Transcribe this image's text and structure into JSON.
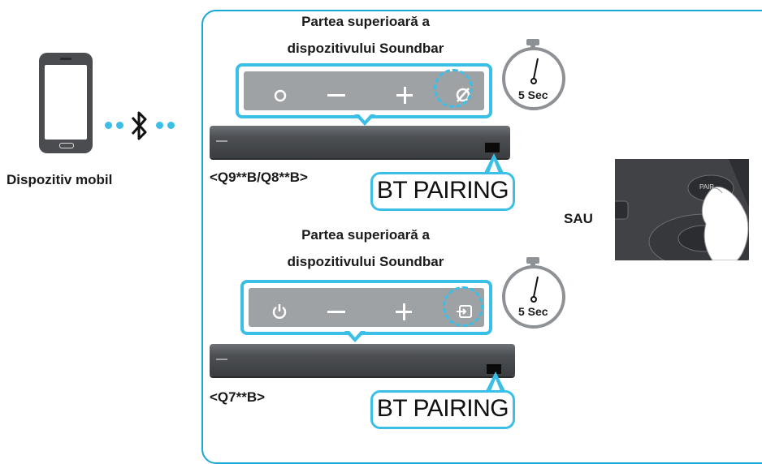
{
  "diagram": {
    "mobile_label": "Dispozitiv mobil",
    "top_section": {
      "title_line1": "Partea superioară a",
      "title_line2": "dispozitivului Soundbar",
      "model_label": "<Q9**B/Q8**B>",
      "pairing_label": "BT PAIRING",
      "timer_label": "5 Sec"
    },
    "bottom_section": {
      "title_line1": "Partea superioară a",
      "title_line2": "dispozitivului Soundbar",
      "model_label": "<Q7**B>",
      "pairing_label": "BT PAIRING",
      "timer_label": "5 Sec"
    },
    "or_label": "SAU",
    "remote_button_text": "PAIR"
  },
  "icons": {
    "mobile": "smartphone-icon",
    "bluetooth": "bluetooth-icon",
    "timer": "stopwatch-icon",
    "top_buttons": [
      "circle-button-icon",
      "minus-icon",
      "plus-icon",
      "mic-off-icon"
    ],
    "bottom_buttons": [
      "power-icon",
      "minus-icon",
      "plus-icon",
      "input-source-icon"
    ]
  },
  "colors": {
    "accent": "#3bbfe6",
    "frame": "#18a8d6",
    "panel": "#9fa2a5",
    "soundbar": "#4c4f53"
  }
}
